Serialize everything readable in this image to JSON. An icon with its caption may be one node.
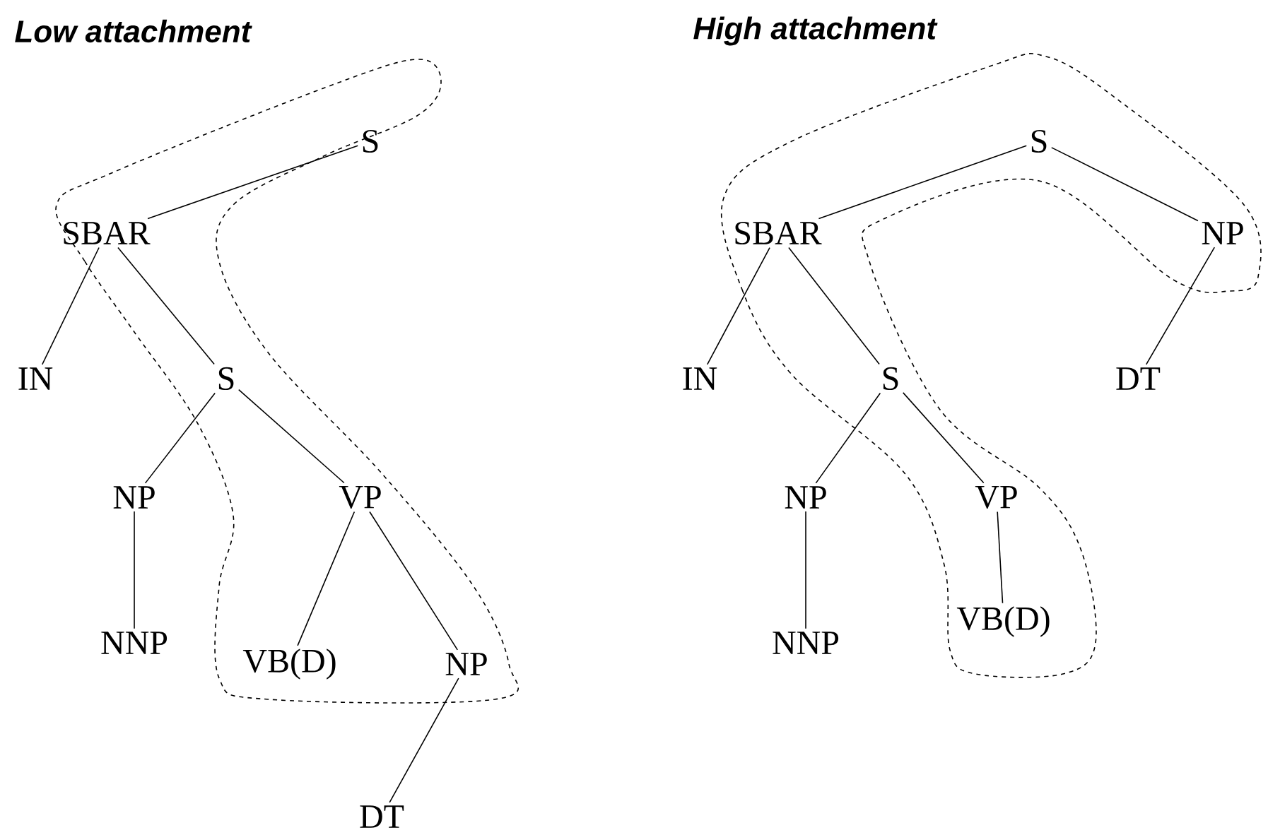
{
  "diagram": {
    "nodes": [
      {
        "text": [
          "S"
        ]
      },
      {
        "text": [
          "SBAR"
        ]
      },
      {
        "text": [
          "IN"
        ]
      },
      {
        "text": [
          "S"
        ]
      },
      {
        "text": [
          "NP"
        ]
      },
      {
        "text": [
          "VP"
        ]
      },
      {
        "text": [
          "NNP"
        ]
      },
      {
        "text": [
          "VB(D)"
        ]
      },
      {
        "text": [
          "NP"
        ]
      },
      {
        "text": [
          "DT"
        ]
      },
      {
        "text": [
          "S"
        ]
      },
      {
        "text": [
          "SBAR"
        ]
      },
      {
        "text": [
          "IN"
        ]
      },
      {
        "text": [
          "S"
        ]
      },
      {
        "text": [
          "NP"
        ]
      },
      {
        "text": [
          "VP"
        ]
      },
      {
        "text": [
          "NNP"
        ]
      },
      {
        "text": [
          "VB(D)"
        ]
      },
      {
        "text": [
          "NP"
        ]
      },
      {
        "text": [
          "DT"
        ]
      }
    ],
    "edges": [
      {
        "from": 0,
        "to": 1,
        "arrow": "none"
      },
      {
        "from": 1,
        "to": 2,
        "arrow": "none"
      },
      {
        "from": 1,
        "to": 3,
        "arrow": "none"
      },
      {
        "from": 3,
        "to": 4,
        "arrow": "none"
      },
      {
        "from": 3,
        "to": 5,
        "arrow": "none"
      },
      {
        "from": 4,
        "to": 6,
        "arrow": "none"
      },
      {
        "from": 5,
        "to": 7,
        "arrow": "none"
      },
      {
        "from": 5,
        "to": 8,
        "arrow": "none"
      },
      {
        "from": 8,
        "to": 9,
        "arrow": "none"
      },
      {
        "from": 10,
        "to": 11,
        "arrow": "none"
      },
      {
        "from": 10,
        "to": 18,
        "arrow": "none"
      },
      {
        "from": 11,
        "to": 12,
        "arrow": "none"
      },
      {
        "from": 11,
        "to": 13,
        "arrow": "none"
      },
      {
        "from": 13,
        "to": 14,
        "arrow": "none"
      },
      {
        "from": 13,
        "to": 15,
        "arrow": "none"
      },
      {
        "from": 14,
        "to": 16,
        "arrow": "none"
      },
      {
        "from": 15,
        "to": 17,
        "arrow": "none"
      },
      {
        "from": 18,
        "to": 19,
        "arrow": "none"
      }
    ],
    "labels": [
      "Low attachment",
      "High attachment"
    ]
  }
}
